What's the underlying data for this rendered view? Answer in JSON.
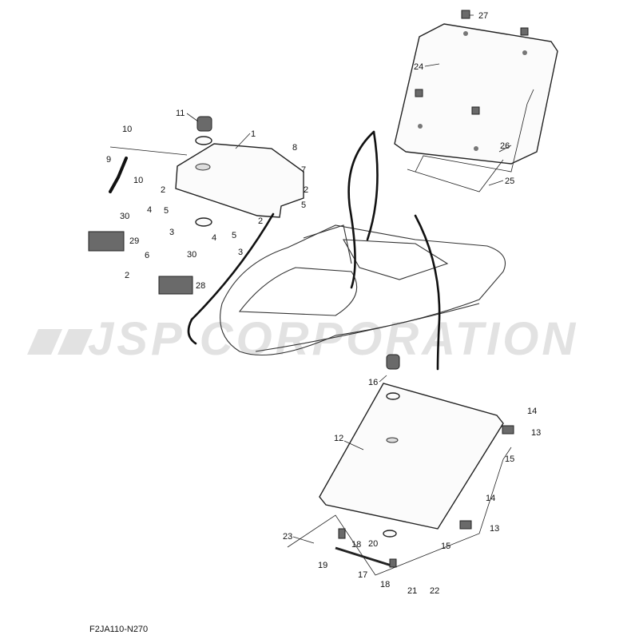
{
  "watermark": "JSP CORPORATION",
  "figure_code": "F2JA110-N270",
  "callouts": [
    {
      "id": "c27",
      "label": "27"
    },
    {
      "id": "c24",
      "label": "24"
    },
    {
      "id": "c26",
      "label": "26"
    },
    {
      "id": "c25",
      "label": "25"
    },
    {
      "id": "c11",
      "label": "11"
    },
    {
      "id": "c1",
      "label": "1"
    },
    {
      "id": "c10a",
      "label": "10"
    },
    {
      "id": "c9",
      "label": "9"
    },
    {
      "id": "c10b",
      "label": "10"
    },
    {
      "id": "c8",
      "label": "8"
    },
    {
      "id": "c7",
      "label": "7"
    },
    {
      "id": "c2a",
      "label": "2"
    },
    {
      "id": "c2b",
      "label": "2"
    },
    {
      "id": "c5a",
      "label": "5"
    },
    {
      "id": "c5b",
      "label": "5"
    },
    {
      "id": "c4a",
      "label": "4"
    },
    {
      "id": "c3a",
      "label": "3"
    },
    {
      "id": "c2c",
      "label": "2"
    },
    {
      "id": "c5c",
      "label": "5"
    },
    {
      "id": "c4b",
      "label": "4"
    },
    {
      "id": "c3b",
      "label": "3"
    },
    {
      "id": "c30a",
      "label": "30"
    },
    {
      "id": "c29",
      "label": "29"
    },
    {
      "id": "c6",
      "label": "6"
    },
    {
      "id": "c2d",
      "label": "2"
    },
    {
      "id": "c30b",
      "label": "30"
    },
    {
      "id": "c28",
      "label": "28"
    },
    {
      "id": "c16",
      "label": "16"
    },
    {
      "id": "c14a",
      "label": "14"
    },
    {
      "id": "c13a",
      "label": "13"
    },
    {
      "id": "c15a",
      "label": "15"
    },
    {
      "id": "c12",
      "label": "12"
    },
    {
      "id": "c14b",
      "label": "14"
    },
    {
      "id": "c13b",
      "label": "13"
    },
    {
      "id": "c15b",
      "label": "15"
    },
    {
      "id": "c23",
      "label": "23"
    },
    {
      "id": "c18a",
      "label": "18"
    },
    {
      "id": "c20",
      "label": "20"
    },
    {
      "id": "c19",
      "label": "19"
    },
    {
      "id": "c17",
      "label": "17"
    },
    {
      "id": "c18b",
      "label": "18"
    },
    {
      "id": "c21",
      "label": "21"
    },
    {
      "id": "c22",
      "label": "22"
    }
  ]
}
